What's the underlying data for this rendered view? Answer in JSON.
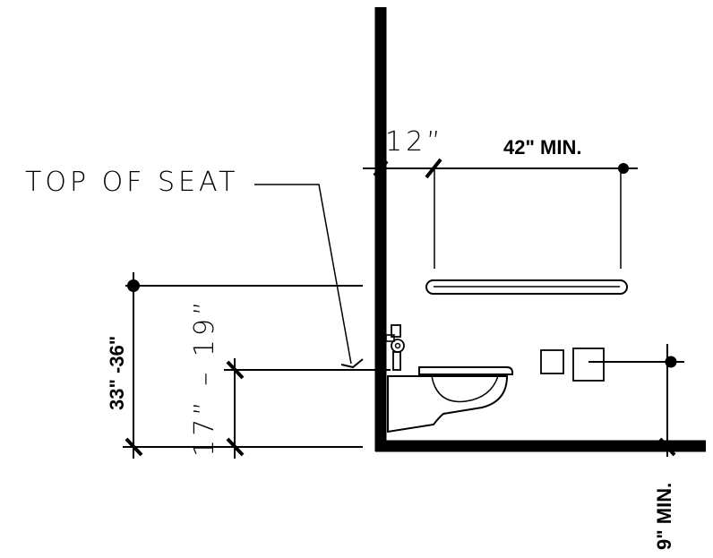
{
  "labels": {
    "top_of_seat": "TOP OF SEAT",
    "grab_bar_offset": "12”",
    "grab_bar_length": "42\" MIN.",
    "grab_bar_height": "33\" -36\"",
    "seat_height": "17” – 19”",
    "dispenser_clearance": "9\" MIN."
  }
}
